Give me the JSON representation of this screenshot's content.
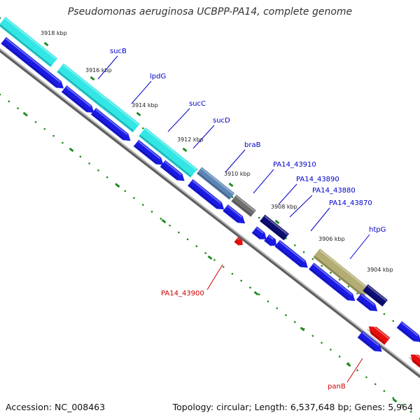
{
  "header": {
    "title": "Pseudomonas aeruginosa UCBPP-PA14, complete genome"
  },
  "footer": {
    "accession": "Accession: NC_008463",
    "summary": "Topology: circular; Length: 6,537,648 bp; Genes: 5,964"
  },
  "colors": {
    "backbone": "#8c8c8c",
    "cds": "#1a1ae6",
    "cyan_feature": "#33e6e6",
    "steel_feature": "#5a85b5",
    "gray_feature": "#6e6e6e",
    "navy_feature": "#0d0d73",
    "olive_feature": "#b3ad73",
    "red_feature": "#e60d0d",
    "ticks": "#1e8a1e",
    "label_blue": "#0000cc",
    "label_red": "#cc0000"
  },
  "ticks": [
    {
      "label": "3918 kbp"
    },
    {
      "label": "3916 kbp"
    },
    {
      "label": "3914 kbp"
    },
    {
      "label": "3912 kbp"
    },
    {
      "label": "3910 kbp"
    },
    {
      "label": "3908 kbp"
    },
    {
      "label": "3906 kbp"
    },
    {
      "label": "3904 kbp"
    }
  ],
  "genes": [
    {
      "name": "sucB",
      "strand": "forward"
    },
    {
      "name": "lpdG",
      "strand": "forward"
    },
    {
      "name": "sucC",
      "strand": "forward"
    },
    {
      "name": "sucD",
      "strand": "forward"
    },
    {
      "name": "braB",
      "strand": "forward"
    },
    {
      "name": "PA14_43910",
      "strand": "forward"
    },
    {
      "name": "PA14_43890",
      "strand": "forward"
    },
    {
      "name": "PA14_43880",
      "strand": "forward"
    },
    {
      "name": "PA14_43870",
      "strand": "forward"
    },
    {
      "name": "htpG",
      "strand": "forward"
    },
    {
      "name": "PA14_43900",
      "strand": "reverse"
    },
    {
      "name": "panB",
      "strand": "reverse"
    }
  ]
}
